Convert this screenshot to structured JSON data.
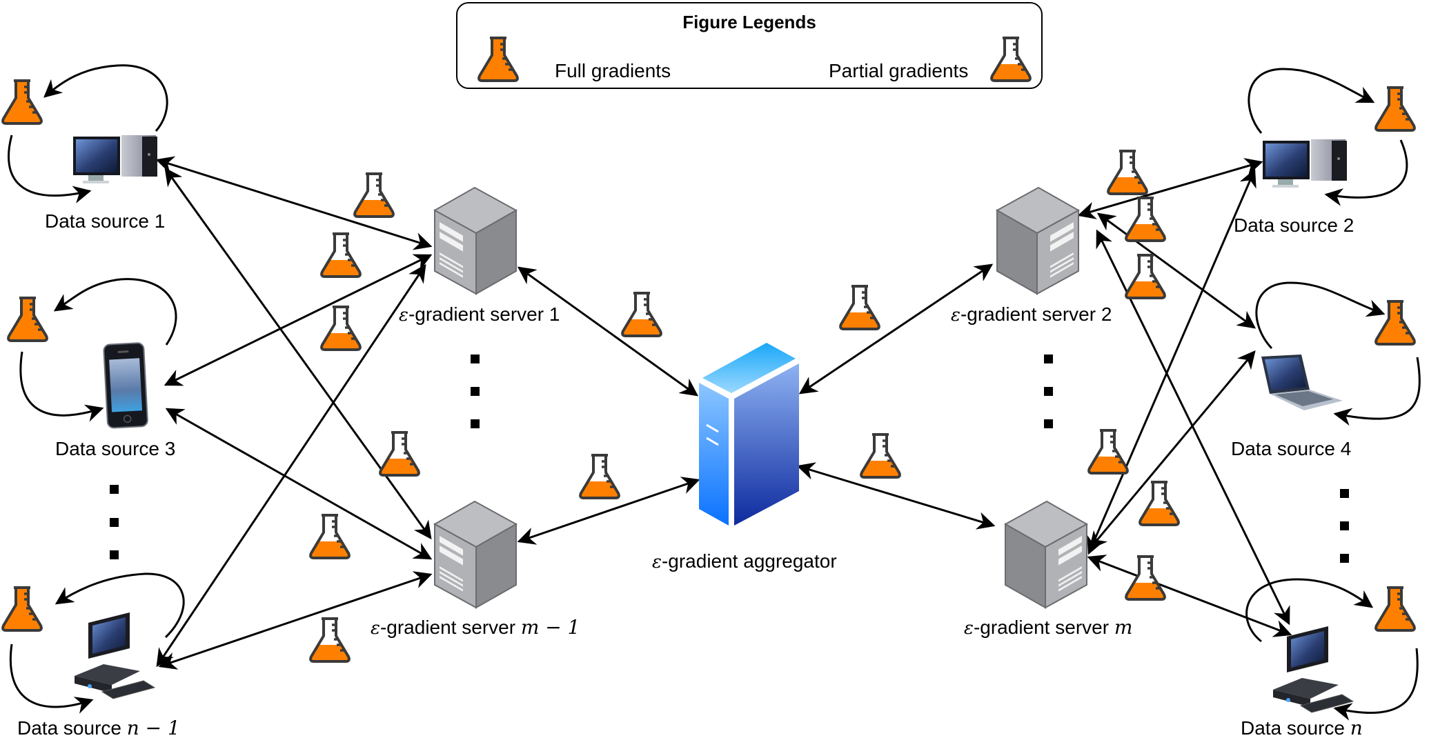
{
  "legend": {
    "title": "Figure Legends",
    "items": [
      {
        "label": "Full gradients",
        "icon": "flask-full-icon"
      },
      {
        "label": "Partial gradients",
        "icon": "flask-partial-icon"
      }
    ]
  },
  "colors": {
    "flask_fill": "#FF8000",
    "flask_outline": "#3A3A3A",
    "aggregator_top": "#2FB1F8",
    "aggregator_front": "#1E88FF",
    "aggregator_side": "#1A2FA0",
    "server_gray": "#A7A9AC"
  },
  "aggregator": {
    "prefix": "ε",
    "label": "-gradient aggregator"
  },
  "servers": [
    {
      "id": "server-1",
      "prefix": "ε",
      "label": "-gradient server 1",
      "math": ""
    },
    {
      "id": "server-2",
      "prefix": "ε",
      "label": "-gradient server 2",
      "math": ""
    },
    {
      "id": "server-m-minus-1",
      "prefix": "ε",
      "label": "-gradient server ",
      "math": "m − 1"
    },
    {
      "id": "server-m",
      "prefix": "ε",
      "label": "-gradient server ",
      "math": "m"
    }
  ],
  "data_sources": [
    {
      "id": "ds-1",
      "label": "Data source 1",
      "math": "",
      "device": "desktop-tower"
    },
    {
      "id": "ds-2",
      "label": "Data source 2",
      "math": "",
      "device": "desktop-tower"
    },
    {
      "id": "ds-3",
      "label": "Data source 3",
      "math": "",
      "device": "smartphone"
    },
    {
      "id": "ds-4",
      "label": "Data source 4",
      "math": "",
      "device": "laptop"
    },
    {
      "id": "ds-n-minus-1",
      "label": "Data source ",
      "math": "n − 1",
      "device": "desktop-keyboard"
    },
    {
      "id": "ds-n",
      "label": "Data source ",
      "math": "n",
      "device": "desktop-keyboard"
    }
  ],
  "ellipsis": "⋮"
}
